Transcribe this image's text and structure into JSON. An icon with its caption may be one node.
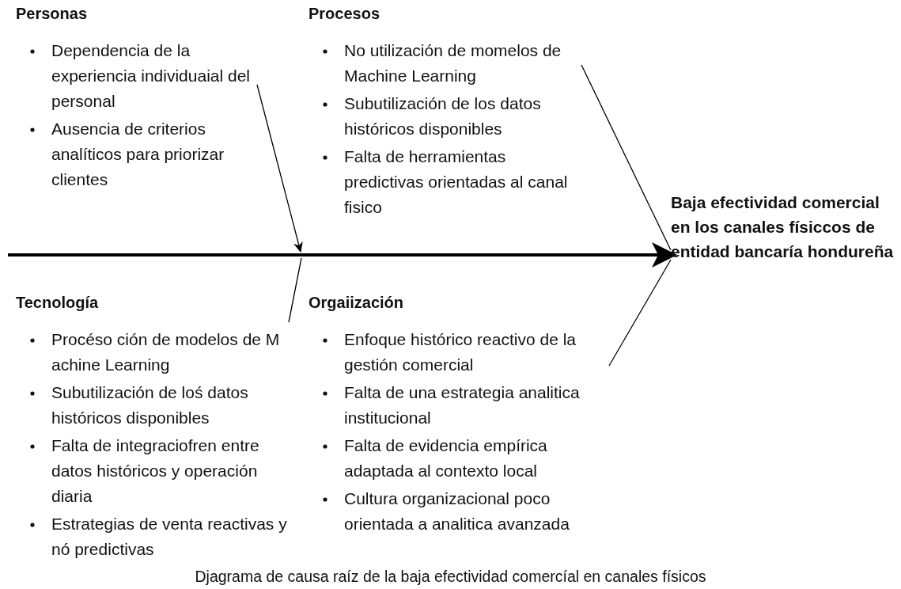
{
  "diagram": {
    "caption": "Djagrama de causa raíz de la baja efectividad comercíal en canales físicos",
    "nodes": [
      {
        "text": [
          "Personas",
          "Dependencia  de la experiencia individuaial del personal",
          "Ausencia de criterios analíticos para priorizar clientes"
        ]
      },
      {
        "text": [
          "Procesos",
          "No utilización de momelos de Machine Learning",
          "Subutilización de los datos históricos disponibles",
          "Falta de herramientas predictivas orientadas al canal fisico"
        ]
      },
      {
        "text": [
          "Baja efectividad comercial en los canales físiccos de entidad bancaría hondureña"
        ]
      },
      {
        "text": [
          "Tecnología",
          "Procéso ción de modelos de M achine Learning",
          "Subutilización de loś datos históricos disponibles",
          "Falta de integraciofren entre datos históricos y operación diaria",
          "Estrategias de venta reactivas y nó predictivas"
        ]
      },
      {
        "text": [
          "Orgaiización",
          "Enfoque histórico reactivo de la gestión comercial",
          "Falta de una estrategia analitica institucional",
          "Falta de evidencia empírica adaptada al contexto local",
          "Cultura organizacional poco orientada a analitica avanzada"
        ]
      }
    ],
    "edges": [
      {
        "from": null,
        "to": 2,
        "arrow": "to",
        "style": "thick"
      },
      {
        "from": 0,
        "to": null,
        "arrow": "to"
      },
      {
        "from": 1,
        "to": 2,
        "arrow": "none"
      },
      {
        "from": 3,
        "to": null,
        "arrow": "none"
      },
      {
        "from": 4,
        "to": 2,
        "arrow": "none"
      }
    ]
  }
}
